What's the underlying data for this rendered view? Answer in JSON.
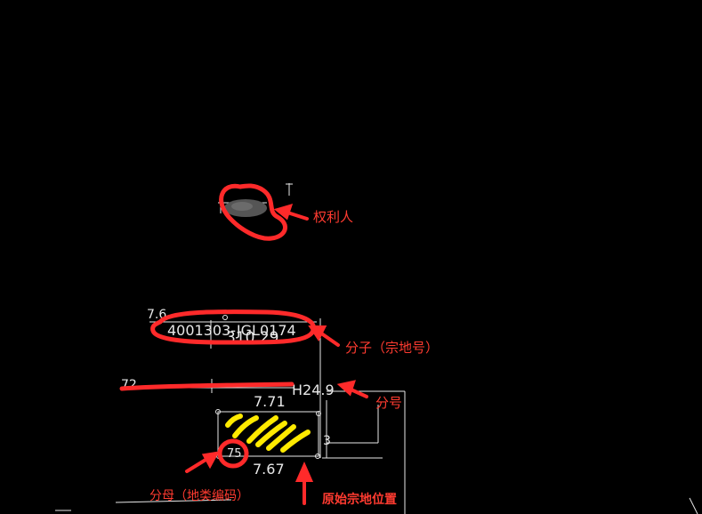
{
  "colors": {
    "background": "#000000",
    "cad_lines": "#e8e8e8",
    "annotation_red": "#ff2a2a",
    "highlight_yellow": "#ffea00",
    "redaction_gray": "#555555"
  },
  "cad": {
    "parcel_number": "4001303-JGL0174",
    "area_value": "310.29",
    "sub_code": "H24.9",
    "top_edge_length": "7.71",
    "bottom_edge_length": "7.67",
    "left_fragment": "7.6",
    "left_dim_fragment": "72",
    "right_edge_digit": "3",
    "box_left_fragment": "75"
  },
  "annotations": {
    "owner_label": "权利人",
    "numerator_label": "分子（宗地号）",
    "denominator_label": "分号",
    "land_class_label": "分母（地类编码）",
    "original_parcel_label": "原始宗地位置"
  }
}
